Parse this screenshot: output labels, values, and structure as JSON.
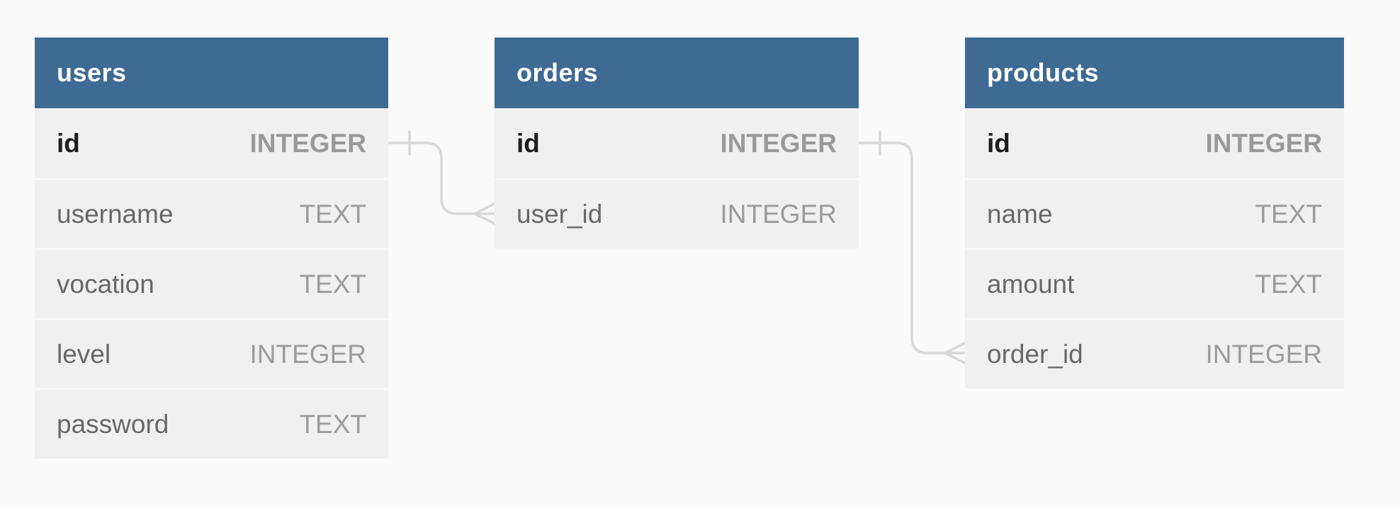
{
  "diagram": {
    "background_color": "#fafafa",
    "table_header_color": "#3e6a94",
    "table_body_color": "#f0f0f0",
    "connector_color": "#d8d8d8",
    "tables": [
      {
        "name": "users",
        "columns": [
          {
            "name": "id",
            "type": "INTEGER",
            "primary_key": true
          },
          {
            "name": "username",
            "type": "TEXT",
            "primary_key": false
          },
          {
            "name": "vocation",
            "type": "TEXT",
            "primary_key": false
          },
          {
            "name": "level",
            "type": "INTEGER",
            "primary_key": false
          },
          {
            "name": "password",
            "type": "TEXT",
            "primary_key": false
          }
        ]
      },
      {
        "name": "orders",
        "columns": [
          {
            "name": "id",
            "type": "INTEGER",
            "primary_key": true
          },
          {
            "name": "user_id",
            "type": "INTEGER",
            "primary_key": false
          }
        ]
      },
      {
        "name": "products",
        "columns": [
          {
            "name": "id",
            "type": "INTEGER",
            "primary_key": true
          },
          {
            "name": "name",
            "type": "TEXT",
            "primary_key": false
          },
          {
            "name": "amount",
            "type": "TEXT",
            "primary_key": false
          },
          {
            "name": "order_id",
            "type": "INTEGER",
            "primary_key": false
          }
        ]
      }
    ],
    "relationships": [
      {
        "from": "users.id",
        "to": "orders.user_id",
        "cardinality": "one-to-many"
      },
      {
        "from": "orders.id",
        "to": "products.order_id",
        "cardinality": "one-to-many"
      }
    ]
  }
}
